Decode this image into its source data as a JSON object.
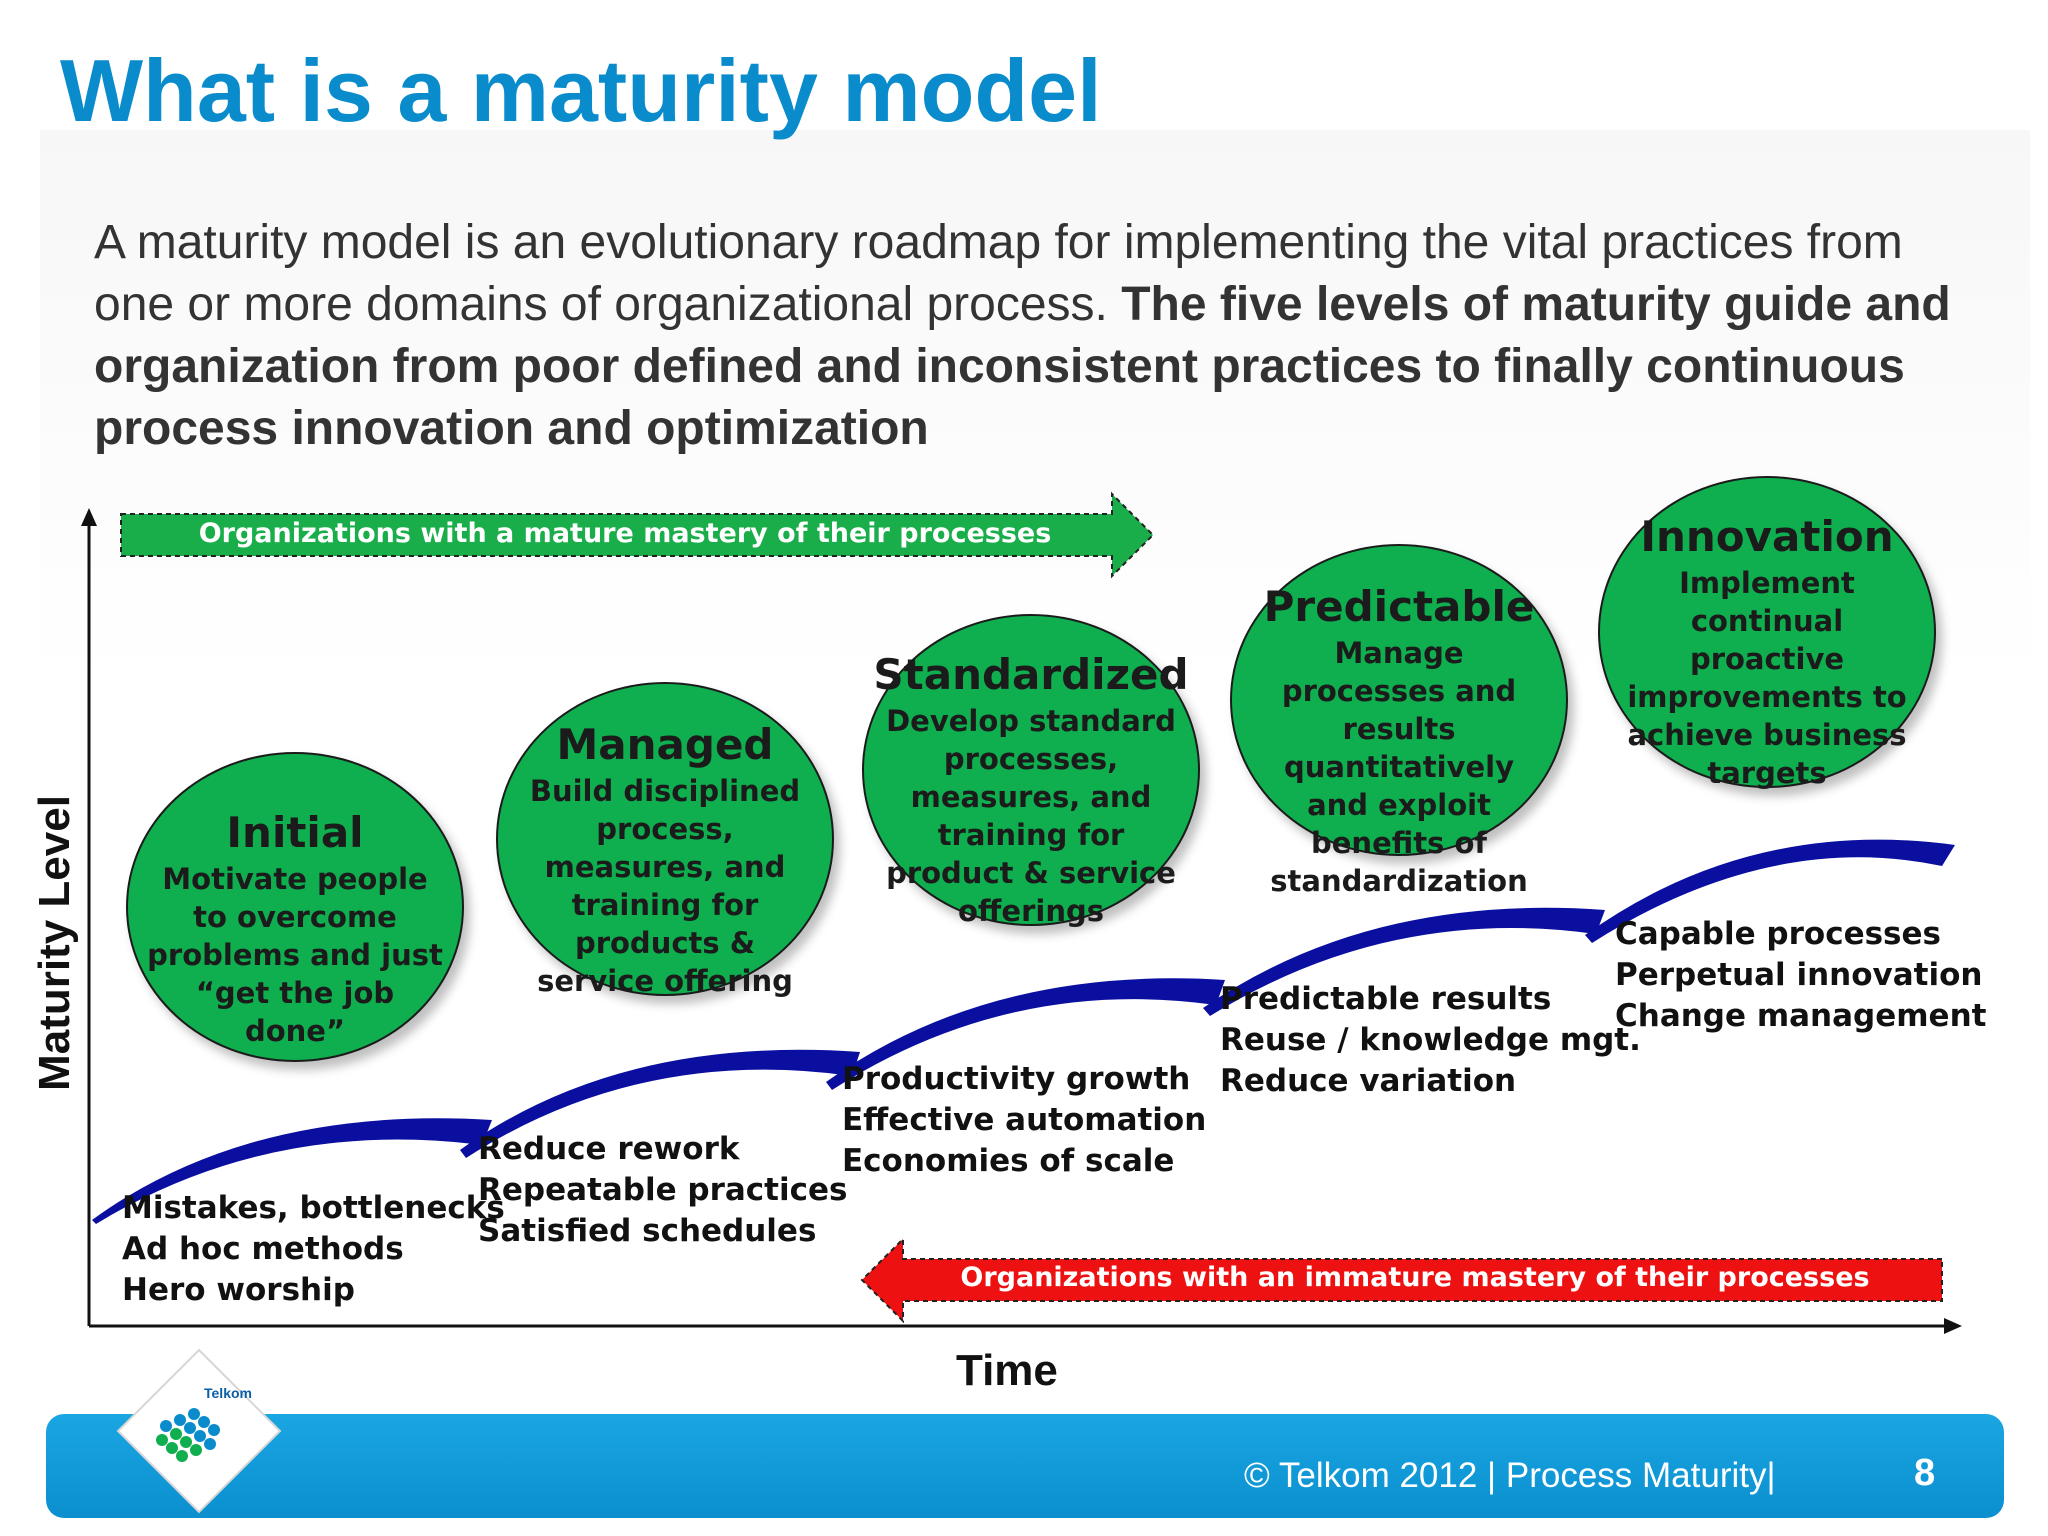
{
  "title": "What is a maturity model",
  "intro": {
    "normal": "A maturity model is an evolutionary roadmap for implementing the vital practices from one or more domains of organizational process. ",
    "bold": "The five levels of maturity guide and organization from poor defined and inconsistent practices to finally continuous process innovation and optimization"
  },
  "banners": {
    "mature": "Organizations with a mature mastery of their processes",
    "immature": "Organizations with an immature mastery of their processes"
  },
  "axes": {
    "y": "Maturity Level",
    "x": "Time"
  },
  "levels": [
    {
      "title": "Initial",
      "desc": "Motivate people to overcome problems and just “get the job done”"
    },
    {
      "title": "Managed",
      "desc": "Build disciplined process, measures, and training for products & service offering"
    },
    {
      "title": "Standardized",
      "desc": "Develop standard processes, measures, and training for product & service offerings"
    },
    {
      "title": "Predictable",
      "desc": "Manage processes and results quantitatively and exploit benefits of standardization"
    },
    {
      "title": "Innovation",
      "desc": "Implement continual proactive improvements to achieve business targets"
    }
  ],
  "outcomes": [
    [
      "Mistakes, bottlenecks",
      "Ad hoc methods",
      "Hero worship"
    ],
    [
      "Reduce rework",
      "Repeatable practices",
      "Satisfied schedules"
    ],
    [
      "Productivity growth",
      "Effective automation",
      "Economies of scale"
    ],
    [
      "Predictable results",
      "Reuse / knowledge mgt.",
      "Reduce variation"
    ],
    [
      "Capable processes",
      "Perpetual innovation",
      "Change management"
    ]
  ],
  "logo_text": "Telkom",
  "footer": {
    "text": "©  Telkom 2012  |  Process Maturity|",
    "page": "8"
  },
  "colors": {
    "title": "#0a8ccc",
    "circle": "#0fae4f",
    "mature_arrow": "#1aae4a",
    "immature_arrow": "#ee1111",
    "curve": "#0a0fa0",
    "footer": "#0b8fcf"
  }
}
